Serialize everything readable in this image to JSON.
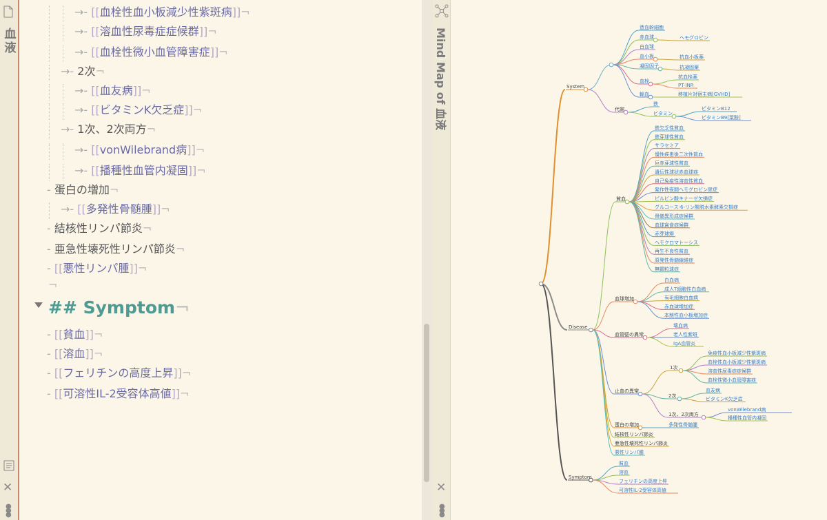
{
  "left_panel": {
    "title": "血液"
  },
  "right_panel": {
    "title": "Mind Map of 血液"
  },
  "editor": {
    "lines": [
      {
        "indent": 2,
        "marker": "→-",
        "text": "血栓性血小板減少性紫斑病",
        "link": true
      },
      {
        "indent": 2,
        "marker": "→-",
        "text": "溶血性尿毒症症候群",
        "link": true
      },
      {
        "indent": 2,
        "marker": "→-",
        "text": "血栓性微小血管障害症",
        "link": true
      },
      {
        "indent": 1,
        "marker": "→-",
        "text": "2次",
        "link": false
      },
      {
        "indent": 2,
        "marker": "→-",
        "text": "血友病",
        "link": true
      },
      {
        "indent": 2,
        "marker": "→-",
        "text": "ビタミンK欠乏症",
        "link": true
      },
      {
        "indent": 1,
        "marker": "→-",
        "text": "1次、2次両方",
        "link": false
      },
      {
        "indent": 2,
        "marker": "→-",
        "text": "vonWilebrand病",
        "link": true
      },
      {
        "indent": 2,
        "marker": "→-",
        "text": "播種性血管内凝固",
        "link": true
      },
      {
        "indent": 0,
        "marker": "-",
        "text": "蛋白の増加",
        "link": false
      },
      {
        "indent": 1,
        "marker": "→-",
        "text": "多発性骨髄腫",
        "link": true
      },
      {
        "indent": 0,
        "marker": "-",
        "text": "結核性リンパ節炎",
        "link": false
      },
      {
        "indent": 0,
        "marker": "-",
        "text": "亜急性壊死性リンパ節炎",
        "link": false
      },
      {
        "indent": 0,
        "marker": "-",
        "text": "悪性リンパ腫",
        "link": true
      }
    ],
    "heading": {
      "hashes": "##",
      "text": "Symptom"
    },
    "symptom_lines": [
      {
        "indent": 0,
        "marker": "-",
        "text": "貧血",
        "link": true
      },
      {
        "indent": 0,
        "marker": "-",
        "text": "溶血",
        "link": true
      },
      {
        "indent": 0,
        "marker": "-",
        "text": "フェリチンの高度上昇",
        "link": true
      },
      {
        "indent": 0,
        "marker": "-",
        "text": "可溶性IL-2受容体高値",
        "link": true
      }
    ]
  },
  "mindmap": {
    "colors": {
      "system": "#e0902c",
      "disease": "#8a8a8a",
      "symptom": "#e0a030",
      "link": "#3b7ec6"
    },
    "system": {
      "label": "System",
      "group1": [
        "造血幹細胞",
        "赤血球",
        "白血球",
        "血小板",
        "凝固因子"
      ],
      "group1_sub": {
        "赤血球": "ヘモグロビン",
        "血小板": "抗血小板薬",
        "凝固因子": "抗凝固薬"
      },
      "thrombus": {
        "label": "血栓",
        "children": [
          "抗血栓薬",
          "PT-INR"
        ]
      },
      "transfusion": {
        "label": "輸血",
        "children": [
          "移植片対宿主病[GVHD]"
        ]
      },
      "metabolism": {
        "label": "代謝",
        "children": [
          "鉄",
          "ビタミン"
        ],
        "vitamins": [
          "ビタミンB12",
          "ビタミンB9[葉酸]"
        ]
      }
    },
    "disease": {
      "label": "Disease",
      "anemia": {
        "label": "貧血",
        "children": [
          "鉄欠乏性貧血",
          "鉄芽球性貧血",
          "サラセミア",
          "慢性疾患後二次性貧血",
          "巨赤芽球性貧血",
          "遺伝性球状赤血球症",
          "自己免疫性溶血性貧血",
          "発作性夜間ヘモグロビン尿症",
          "ピルビン酸キナーゼ欠損症",
          "グルコース-6-リン酸脱水素酵素欠損症",
          "骨髄異形成症候群",
          "血球貪食症候群",
          "赤芽球癆",
          "ヘモクロマトーシス",
          "再生不良性貧血",
          "原発性骨髄線維症",
          "無顆粒球症"
        ]
      },
      "increase": {
        "label": "血球増加",
        "children": [
          "白血病",
          "成人T細胞性白血病",
          "有毛細胞白血病",
          "赤血球増加症",
          "本態性血小板増加症"
        ]
      },
      "vascular": {
        "label": "血管壁の異常",
        "children": [
          "壊血病",
          "老人性紫斑",
          "IgA血管炎"
        ]
      },
      "hemostasis": {
        "label": "止血の異常",
        "primary": {
          "label": "1次",
          "children": [
            "免疫性血小板減少性紫斑病",
            "血栓性血小板減少性紫斑病",
            "溶血性尿毒症症候群",
            "血栓性微小血管障害症"
          ]
        },
        "secondary": {
          "label": "2次",
          "children": [
            "血友病",
            "ビタミンK欠乏症"
          ]
        },
        "both": {
          "label": "1次、2次両方",
          "children": [
            "vonWilebrand病",
            "播種性血管内凝固"
          ]
        }
      },
      "protein": {
        "label": "蛋白の増加",
        "children": [
          "多発性骨髄腫"
        ]
      },
      "others": [
        "結核性リンパ節炎",
        "亜急性壊死性リンパ節炎",
        "悪性リンパ腫"
      ]
    },
    "symptom": {
      "label": "Symptom",
      "children": [
        "貧血",
        "溶血",
        "フェリチンの高度上昇",
        "可溶性IL-2受容体高値"
      ]
    }
  }
}
